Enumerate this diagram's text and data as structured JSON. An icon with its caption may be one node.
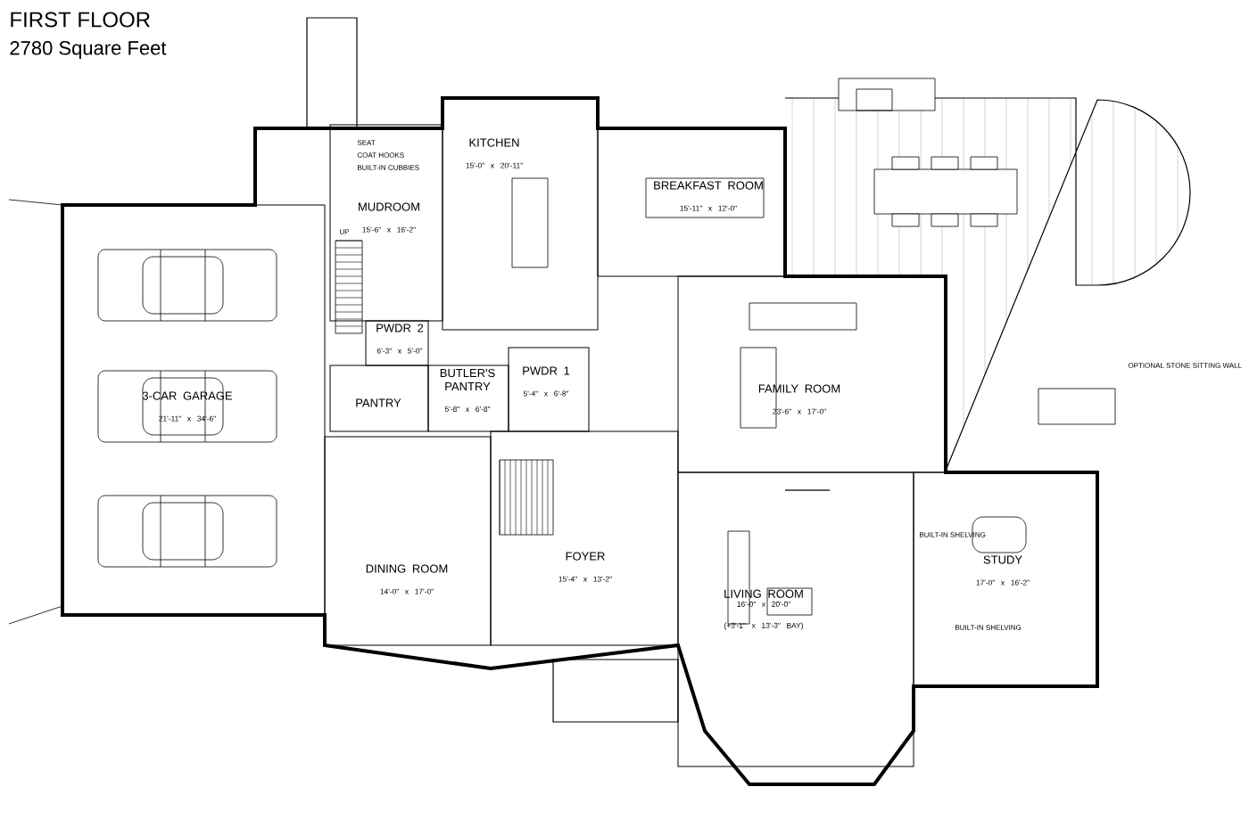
{
  "diagram": {
    "title": "FIRST FLOOR",
    "nodes": [
      {
        "text": [
          "MUDROOM",
          "15'-6\" x 16'-2\""
        ]
      },
      {
        "text": [
          "KITCHEN",
          "15'-0\" x 20'-11\""
        ]
      },
      {
        "text": [
          "BREAKFAST ROOM",
          "15'-11\" x 12'-0\""
        ]
      },
      {
        "text": [
          "3-CAR GARAGE",
          "21'-11\" x 34'-6\""
        ]
      },
      {
        "text": [
          "PWDR 2",
          "6'-3\" x 5'-0\""
        ]
      },
      {
        "text": [
          "PANTRY"
        ]
      },
      {
        "text": [
          "BUTLER'S PANTRY",
          "5'-8\" x 6'-8\""
        ]
      },
      {
        "text": [
          "PWDR 1",
          "5'-4\" x 6'-8\""
        ]
      },
      {
        "text": [
          "FAMILY ROOM",
          "23'-6\" x 17'-0\""
        ]
      },
      {
        "text": [
          "DINING ROOM",
          "14'-0\" x 17'-0\""
        ]
      },
      {
        "text": [
          "FOYER",
          "15'-4\" x 13'-2\""
        ]
      },
      {
        "text": [
          "LIVING ROOM",
          "16'-0\" x 20'-0\"",
          "(+3'-1\" x 13'-3\" BAY)"
        ]
      },
      {
        "text": [
          "STUDY",
          "17'-0\" x 16'-2\""
        ]
      }
    ],
    "labels": [
      "2780 Square Feet",
      "SEAT",
      "COAT HOOKS",
      "BUILT-IN CUBBIES",
      "UP",
      "OPTIONAL STONE SITTING WALL",
      "BUILT-IN SHELVING",
      "BUILT-IN SHELVING"
    ]
  }
}
